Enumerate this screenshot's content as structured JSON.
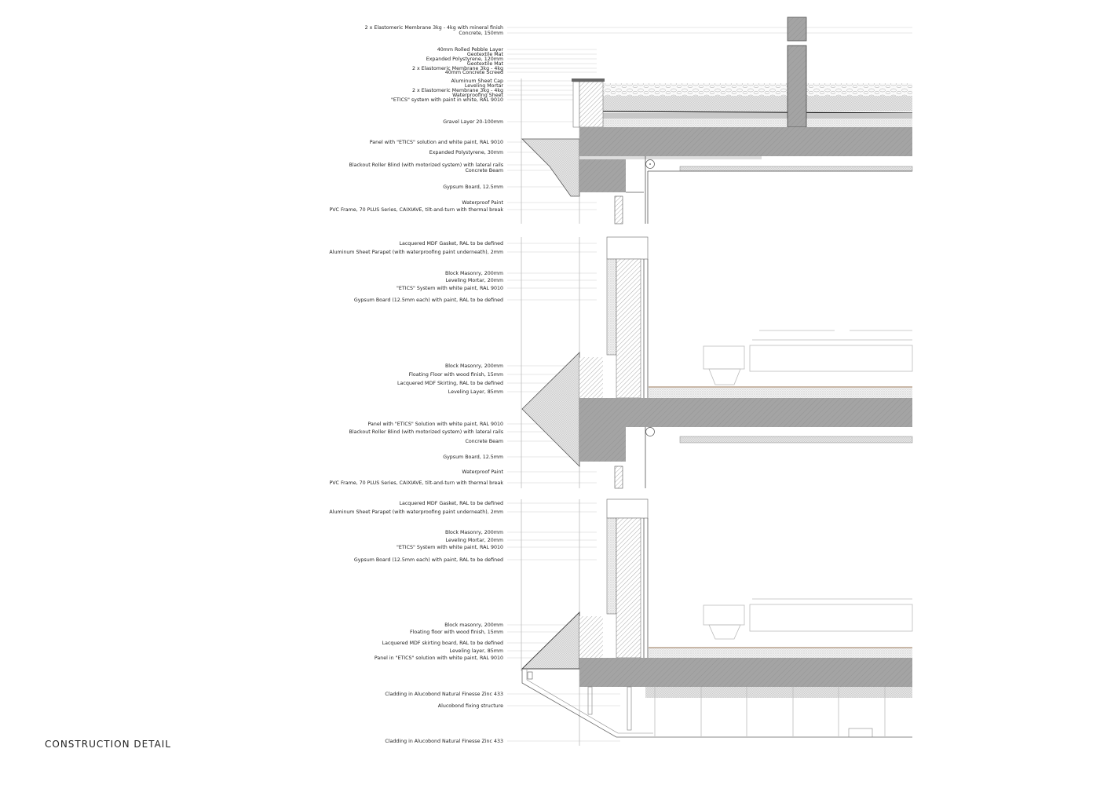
{
  "title": "CONSTRUCTION DETAIL",
  "colors": {
    "concrete": "#a4a4a4",
    "text": "#222222",
    "leader": "#cfcfcf",
    "wood": "#c9b8a8"
  },
  "sections": [
    {
      "name": "roof-detail",
      "labels": [
        "2 x Elastomeric Membrane 3kg - 4kg with mineral finish",
        "Concrete, 150mm",
        "40mm Rolled Pebble Layer",
        "Geotextile Mat",
        "Expanded Polystyrene, 120mm",
        "Geotextile Mat",
        "2 x Elastomeric Membrane 3kg - 4kg",
        "40mm Concrete Screed",
        "Aluminum Sheet Cap",
        "Leveling Mortar",
        "2 x Elastomeric Membrane 3kg - 4kg",
        "Waterproofing Sheet",
        "\"ETICS\" system with paint in white, RAL 9010",
        "Gravel Layer 20-100mm",
        "Panel with \"ETICS\" solution and white paint, RAL 9010",
        "Expanded Polystyrene, 30mm",
        "Blackout Roller Blind (with motorized system) with lateral rails",
        "Concrete Beam",
        "Gypsum Board, 12.5mm",
        "Waterproof Paint",
        "PVC Frame, 70 PLUS Series, CAIXIAVE, tilt-and-turn with thermal break"
      ]
    },
    {
      "name": "intermediate-floor-detail",
      "labels": [
        "Lacquered MDF Gasket, RAL to be defined",
        "Aluminum Sheet Parapet (with waterproofing paint underneath), 2mm",
        "Block Masonry, 200mm",
        "Leveling Mortar, 20mm",
        "\"ETICS\" System with white paint, RAL 9010",
        "Gypsum Board (12.5mm each) with paint, RAL to be defined",
        "Block Masonry, 200mm",
        "Floating Floor with wood finish, 15mm",
        "Lacquered MDF Skirting, RAL to be defined",
        "Leveling Layer, 85mm",
        "Panel with \"ETICS\" Solution with white paint, RAL 9010",
        "Blackout Roller Blind (with motorized system) with lateral rails",
        "Concrete Beam",
        "Gypsum Board, 12.5mm",
        "Waterproof Paint",
        "PVC Frame, 70 PLUS Series, CAIXIAVE, tilt-and-turn with thermal break"
      ]
    },
    {
      "name": "ground-floor-detail",
      "labels": [
        "Lacquered MDF Gasket, RAL to be defined",
        "Aluminum Sheet Parapet (with waterproofing paint underneath), 2mm",
        "Block Masonry, 200mm",
        "Leveling Mortar, 20mm",
        "\"ETICS\" System with white paint, RAL 9010",
        "Gypsum Board (12.5mm each) with paint, RAL to be defined",
        "Block masonry, 200mm",
        "Floating floor with wood finish, 15mm",
        "Lacquered MDF skirting board, RAL to be defined",
        "Leveling layer, 85mm",
        "Panel in \"ETICS\" solution with white paint, RAL 9010",
        "Cladding in Alucobond Natural Finesse Zinc 433",
        "Alucobond fixing structure",
        "Cladding in Alucobond Natural Finesse Zinc 433"
      ]
    }
  ]
}
